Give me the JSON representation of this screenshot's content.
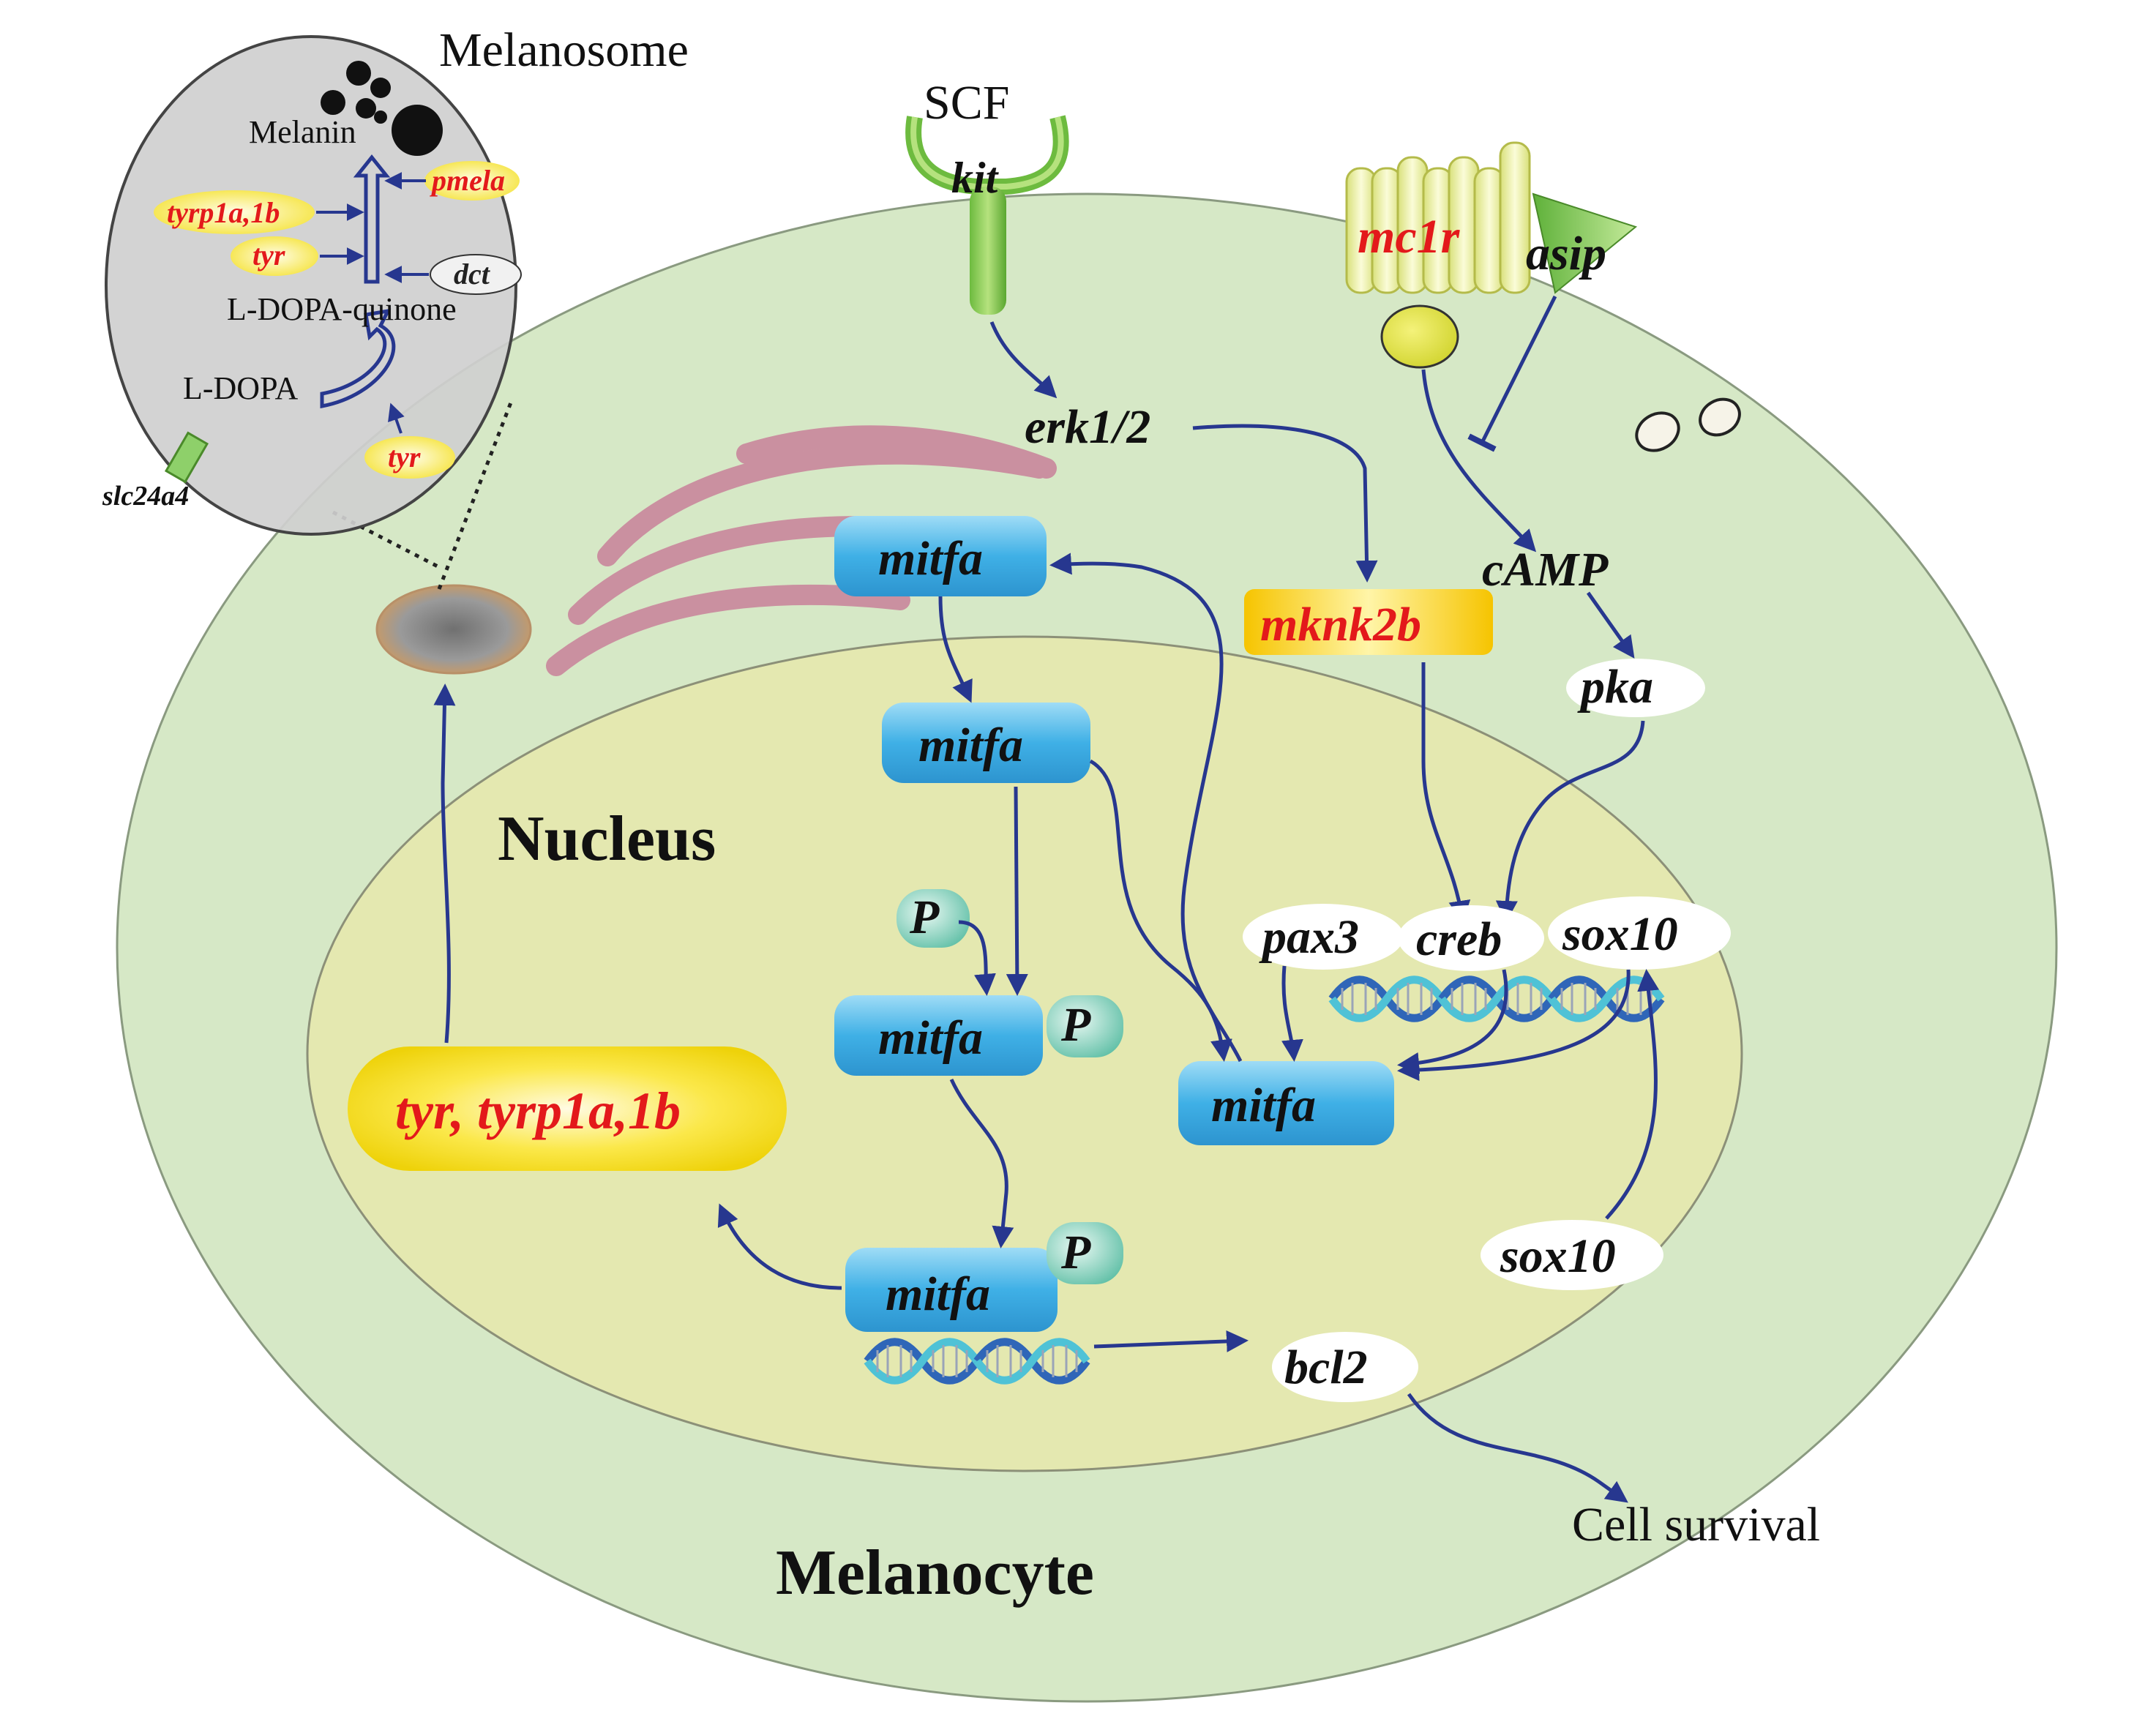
{
  "labels": {
    "melanosome": "Melanosome",
    "melanin": "Melanin",
    "pmela": "pmela",
    "tyrp1a_1b_small": "tyrp1a,1b",
    "tyr_small_1": "tyr",
    "dct": "dct",
    "l_dopa_quinone": "L-DOPA-quinone",
    "l_dopa": "L-DOPA",
    "tyr_small_2": "tyr",
    "slc24a4": "slc24a4",
    "scf": "SCF",
    "kit": "kit",
    "erk": "erk1/2",
    "mc1r": "mc1r",
    "asip": "asip",
    "camp": "cAMP",
    "pka": "pka",
    "mknk2b": "mknk2b",
    "mitfa": "mitfa",
    "phospho": "P",
    "nucleus": "Nucleus",
    "pax3": "pax3",
    "creb": "creb",
    "sox10": "sox10",
    "target_genes": "tyr, tyrp1a,1b",
    "bcl2": "bcl2",
    "cell_survival": "Cell survival",
    "melanocyte": "Melanocyte"
  },
  "colors": {
    "cell_fill": "#d6e8c6",
    "nucleus_fill": "#e4e8b0",
    "arrow": "#27378f",
    "red_text": "#e3191b",
    "mitfa_box": "#4fb6e4",
    "p_circle": "#8fd3c3",
    "yellow_tag": "#f3e10c",
    "golgi": "#c9819a"
  }
}
